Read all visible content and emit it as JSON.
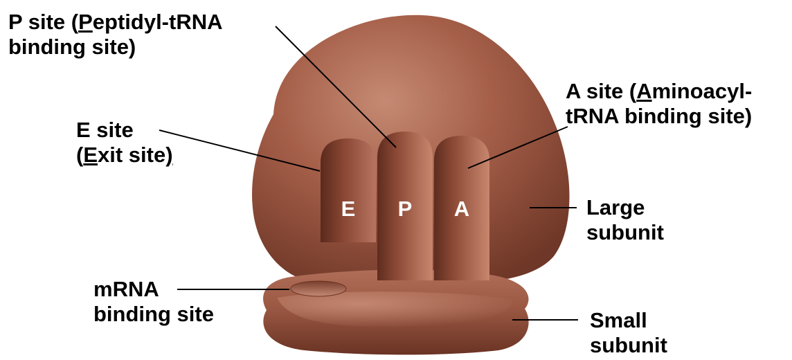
{
  "labels": {
    "p_site": {
      "line1_pre": "P site (",
      "line1_u": "P",
      "line1_post": "eptidyl-tRNA",
      "line2": "binding site)"
    },
    "a_site": {
      "line1_pre": "A site (",
      "line1_u": "A",
      "line1_post": "minoacyl-",
      "line2": "tRNA binding site)"
    },
    "e_site": {
      "line1": "E site",
      "line2_open": "(",
      "line2_u": "E",
      "line2_mid": "xit site",
      "line2_close": ")"
    },
    "large_subunit": {
      "line1": "Large",
      "line2": "subunit"
    },
    "mrna_site": {
      "line1": "mRNA",
      "line2": "binding site"
    },
    "small_subunit": {
      "line1": "Small",
      "line2": "subunit"
    }
  },
  "site_letters": {
    "e": "E",
    "p": "P",
    "a": "A"
  },
  "colors": {
    "ribosome_base": "#a8654f",
    "ribosome_light": "#c98f78",
    "ribosome_dark": "#6e3526",
    "leader_line": "#000000"
  }
}
